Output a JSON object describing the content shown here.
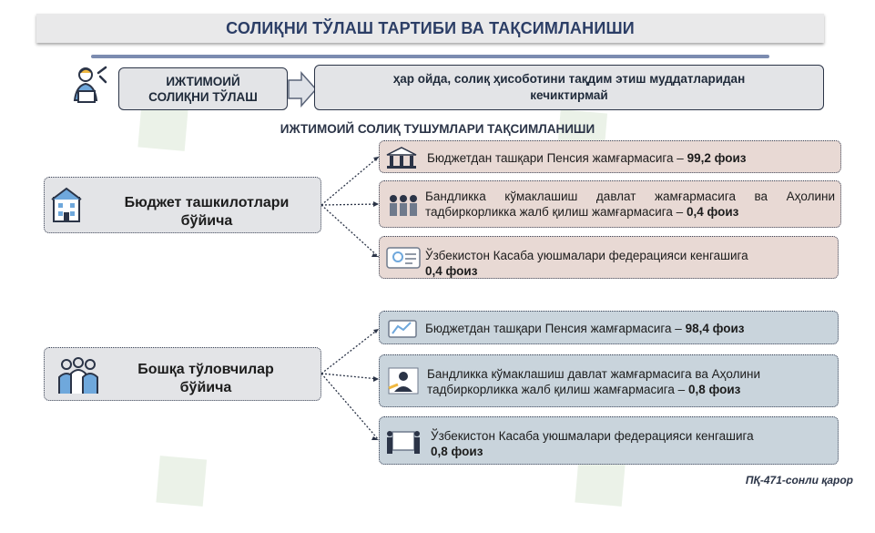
{
  "title": "СОЛИҚНИ ТЎЛАШ ТАРТИБИ ВА ТАҚСИМЛАНИШИ",
  "payment": {
    "label": "ИЖТИМОИЙ СОЛИҚНИ ТЎЛАШ",
    "rule": "ҳар ойда, солиқ ҳисоботини тақдим этиш муддатларидан кечиктирмай"
  },
  "subtitle": "ИЖТИМОИЙ СОЛИҚ ТУШУМЛАРИ ТАҚСИМЛАНИШИ",
  "budget": {
    "label": "Бюджет ташкилотлари бўйича",
    "items": [
      {
        "text": "Бюджетдан ташқари Пенсия жамғармасига – ",
        "value": "99,2 фоиз"
      },
      {
        "text": "Бандликка кўмаклашиш давлат жамғармасига ва Аҳолини тадбиркорликка жалб қилиш жамғармасига – ",
        "value": "0,4 фоиз"
      },
      {
        "text": "Ўзбекистон Касаба уюшмалари федерацияси кенгашига ",
        "value": "0,4 фоиз"
      }
    ]
  },
  "other": {
    "label": "Бошқа тўловчилар бўйича",
    "items": [
      {
        "text": "Бюджетдан ташқари Пенсия жамғармасига – ",
        "value": "98,4 фоиз"
      },
      {
        "text": "Бандликка кўмаклашиш давлат жамғармасига ва Аҳолини тадбиркорликка жалб қилиш жамғармасига  – ",
        "value": "0,8 фоиз"
      },
      {
        "text": "Ўзбекистон Касаба уюшмалари федерацияси кенгашига ",
        "value": "0,8 фоиз"
      }
    ]
  },
  "footer": "ПҚ-471-сонли қарор",
  "colors": {
    "dark": "#2b3447",
    "pink": "#e8d9d4",
    "blue": "#c9d4dc",
    "grey": "#e3e4e7"
  },
  "icons": [
    "worker-icon",
    "arrow-right-icon",
    "building-icon",
    "group-icon",
    "pension-icon",
    "people-icon",
    "union-icon",
    "handshake-icon"
  ]
}
